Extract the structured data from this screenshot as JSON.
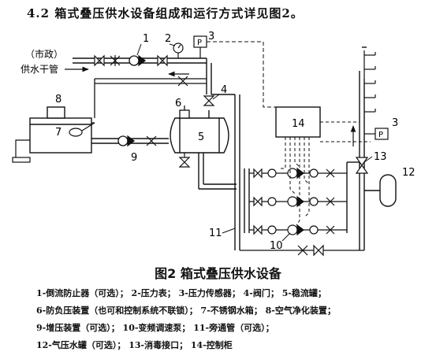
{
  "heading": "4.2  箱式叠压供水设备组成和运行方式详见图2。",
  "inlet_label_line1": "（市政）",
  "inlet_label_line2": "供水干管",
  "control_cabinet_number": "14",
  "pressure_sensor_symbol": "P",
  "callouts": {
    "n1": "1",
    "n2": "2",
    "n3": "3",
    "n3b": "3",
    "n4": "4",
    "n5": "5",
    "n6": "6",
    "n7": "7",
    "n8": "8",
    "n9": "9",
    "n10": "10",
    "n11": "11",
    "n12": "12",
    "n13": "13"
  },
  "caption": "图2  箱式叠压供水设备",
  "legend": [
    "1-倒流防止器（可选）； 2-压力表； 3-压力传感器； 4-阀门； 5-稳流罐；",
    "6-防负压装置（也可和控制系统不联锁）； 7-不锈钢水箱； 8-空气净化装置；",
    "9-增压装置（可选）； 10-变频调速泵； 11-旁通管（可选）；",
    "12-气压水罐（可选）； 13-消毒接口； 14-控制柜"
  ]
}
